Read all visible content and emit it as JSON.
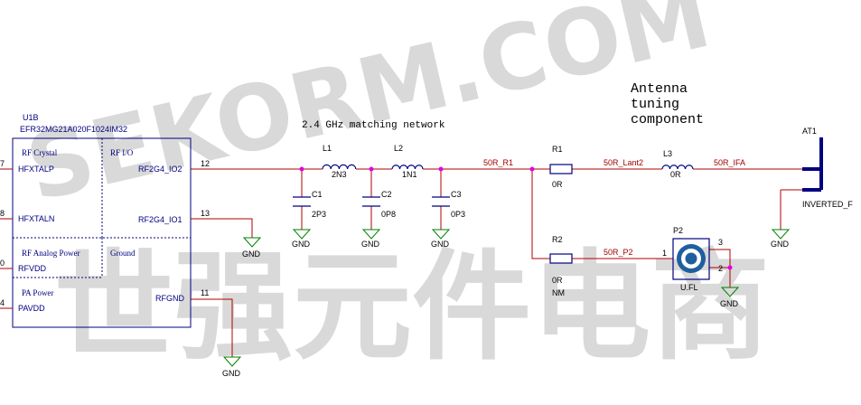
{
  "watermark": {
    "latin": "SEKORM.COM",
    "cjk": "世强元件电商"
  },
  "annotations": {
    "antenna_note": [
      "Antenna",
      "tuning",
      "component"
    ],
    "matching_note": "2.4 GHz matching network"
  },
  "ic": {
    "refdes": "U1B",
    "part": "EFR32MG21A020F1024IM32",
    "sections": {
      "rf_crystal": "RF Crystal",
      "rf_io": "RF I/O",
      "rf_analog_power": "RF Analog Power",
      "ground": "Ground",
      "pa_power": "PA Power"
    },
    "left_pins": [
      {
        "num": "7",
        "name": "HFXTALP"
      },
      {
        "num": "8",
        "name": "HFXTALN"
      },
      {
        "num": "0",
        "name": "RFVDD"
      },
      {
        "num": "4",
        "name": "PAVDD"
      }
    ],
    "right_pins": [
      {
        "num": "12",
        "name": "RF2G4_IO2"
      },
      {
        "num": "13",
        "name": "RF2G4_IO1"
      },
      {
        "num": "11",
        "name": "RFGND"
      }
    ]
  },
  "components": {
    "L1": {
      "ref": "L1",
      "value": "2N3"
    },
    "L2": {
      "ref": "L2",
      "value": "1N1"
    },
    "L3": {
      "ref": "L3",
      "value": "0R"
    },
    "C1": {
      "ref": "C1",
      "value": "2P3"
    },
    "C2": {
      "ref": "C2",
      "value": "0P8"
    },
    "C3": {
      "ref": "C3",
      "value": "0P3"
    },
    "R1": {
      "ref": "R1",
      "value": "0R"
    },
    "R2": {
      "ref": "R2",
      "value": "0R",
      "note": "NM"
    },
    "P2": {
      "ref": "P2",
      "value": "U.FL",
      "pins": [
        "1",
        "2",
        "3"
      ]
    },
    "AT1": {
      "ref": "AT1",
      "value": "INVERTED_F"
    }
  },
  "nets": {
    "r1": "50R_R1",
    "lant2": "50R_Lant2",
    "ifa": "50R_IFA",
    "p2": "50R_P2"
  },
  "gnd_label": "GND",
  "colors": {
    "wire": "#b00000",
    "part": "#000080",
    "ground": "#008000",
    "junction": "#e000e0",
    "watermark": "#d9d9d9"
  }
}
